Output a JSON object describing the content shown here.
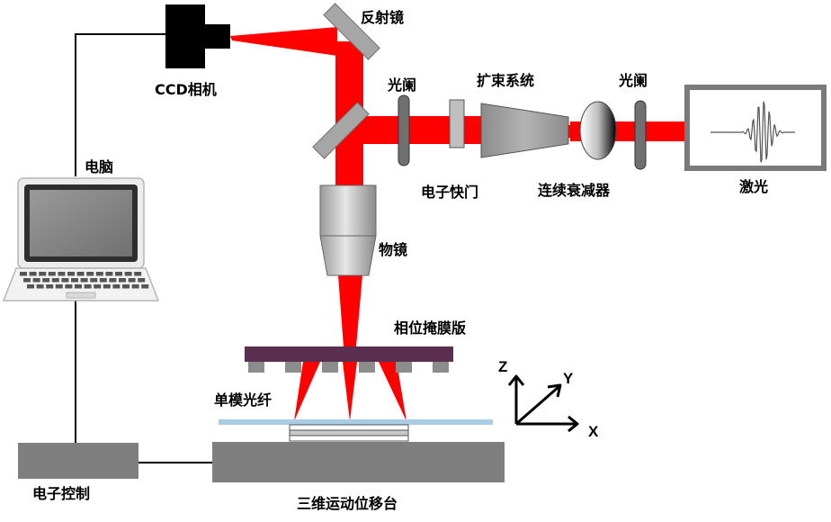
{
  "labels": {
    "mirror": "反射镜",
    "ccd": "CCD相机",
    "aperture_left": "光阑",
    "beam_expander": "扩束系统",
    "aperture_right": "光阑",
    "computer": "电脑",
    "shutter": "电子快门",
    "attenuator": "连续衰减器",
    "laser": "激光",
    "objective": "物镜",
    "phase_mask": "相位掩膜版",
    "fiber": "单模光纤",
    "controller": "电子控制",
    "stage": "三维运动位移台"
  },
  "axes": {
    "z": "Z",
    "y": "Y",
    "x": "X"
  },
  "colors": {
    "beam": "#ff0000",
    "mask": "#5a2f50",
    "stage": "#7f7f7f",
    "fiber": "#a9cde6",
    "mirror": "#a6a6a6"
  }
}
